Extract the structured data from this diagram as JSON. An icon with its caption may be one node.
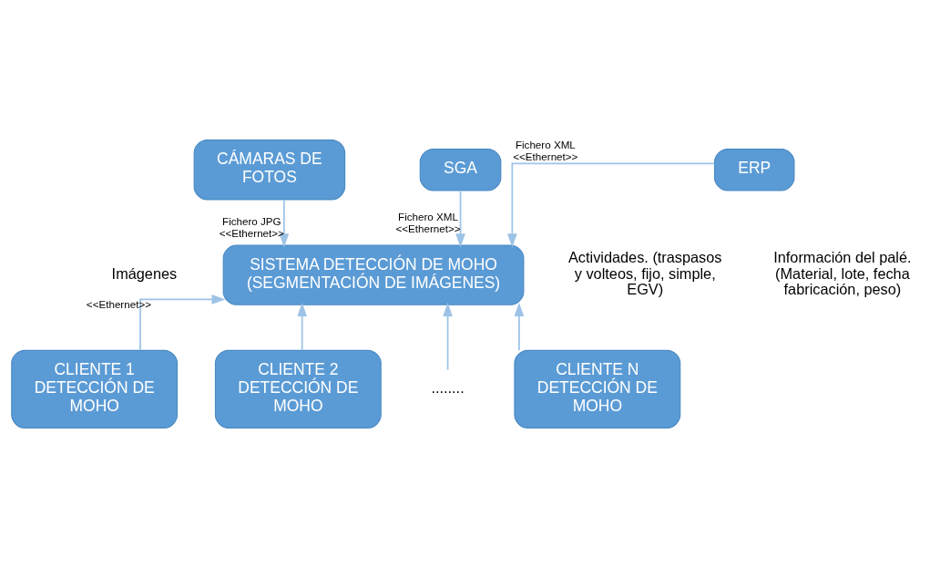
{
  "diagram": {
    "nodes": [
      {
        "text": [
          "ERP"
        ]
      },
      {
        "text": [
          "CÁMARAS DE FOTOS"
        ]
      },
      {
        "text": [
          "SGA"
        ]
      },
      {
        "text": [
          "SISTEMA DETECCIÓN DE MOHO (SEGMENTACIÓN DE IMÁGENES)"
        ]
      },
      {
        "text": [
          "CLIENTE 1 DETECCIÓN DE MOHO"
        ]
      },
      {
        "text": [
          "CLIENTE 2 DETECCIÓN DE MOHO"
        ]
      },
      {
        "text": [
          "........"
        ]
      },
      {
        "text": [
          "CLIENTE N DETECCIÓN DE MOHO"
        ]
      }
    ],
    "edges": [
      {
        "from": 0,
        "to": 3,
        "arrow": "to",
        "label": "Fichero XML <<Ethernet>>"
      },
      {
        "from": 1,
        "to": 3,
        "arrow": "to",
        "label": "Fichero JPG <<Ethernet>>"
      },
      {
        "from": 2,
        "to": 3,
        "arrow": "to",
        "label": "Fichero XML <<Ethernet>>"
      },
      {
        "from": 4,
        "to": 3,
        "arrow": "to",
        "label": "<<Ethernet>>"
      },
      {
        "from": 5,
        "to": 3,
        "arrow": "to"
      },
      {
        "from": 6,
        "to": 3,
        "arrow": "to"
      },
      {
        "from": 7,
        "to": 3,
        "arrow": "to"
      }
    ],
    "labels": [
      "Información del palé. (Material, lote, fecha fabricación, peso)",
      "Imágenes",
      "Actividades. (traspasos y volteos, fijo, simple, EGV)"
    ]
  }
}
